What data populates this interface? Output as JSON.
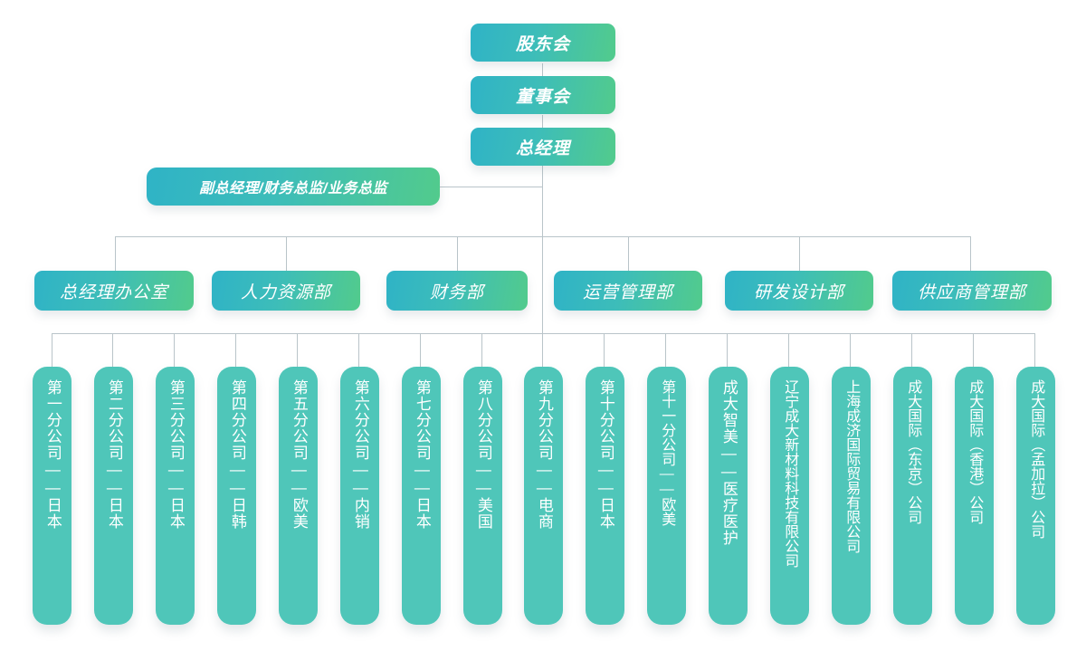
{
  "chart_data": {
    "type": "diagram",
    "title": "组织架构图",
    "orientation": "top-down org chart",
    "levels": 4
  },
  "theme": {
    "gradient_from": "#2fb3c6",
    "gradient_to": "#52cb8c",
    "leaf_fill": "#4fc6b9",
    "line_color": "#b9c4c9",
    "text_color": "#ffffff",
    "background": "#ffffff"
  },
  "spine": [
    {
      "label": "股东会"
    },
    {
      "label": "董事会"
    },
    {
      "label": "总经理"
    }
  ],
  "staff": {
    "label": "副总经理/财务总监/业务总监"
  },
  "departments": [
    {
      "label": "总经理办公室"
    },
    {
      "label": "人力资源部"
    },
    {
      "label": "财务部"
    },
    {
      "label": "运营管理部"
    },
    {
      "label": "研发设计部"
    },
    {
      "label": "供应商管理部"
    }
  ],
  "subsidiaries": [
    {
      "label": "第一分公司——日本"
    },
    {
      "label": "第二分公司——日本"
    },
    {
      "label": "第三分公司——日本"
    },
    {
      "label": "第四分公司——日韩"
    },
    {
      "label": "第五分公司——欧美"
    },
    {
      "label": "第六分公司——内销"
    },
    {
      "label": "第七分公司——日本"
    },
    {
      "label": "第八分公司——美国"
    },
    {
      "label": "第九分公司——电商"
    },
    {
      "label": "第十分公司——日本"
    },
    {
      "label": "第十一分公司——欧美"
    },
    {
      "label": "成大智美——医疗医护"
    },
    {
      "label": "辽宁成大新材料科技有限公司"
    },
    {
      "label": "上海成济国际贸易有限公司"
    },
    {
      "label": "成大国际（东京）公司"
    },
    {
      "label": "成大国际（香港）公司"
    },
    {
      "label": "成大国际（孟加拉）公司"
    }
  ]
}
